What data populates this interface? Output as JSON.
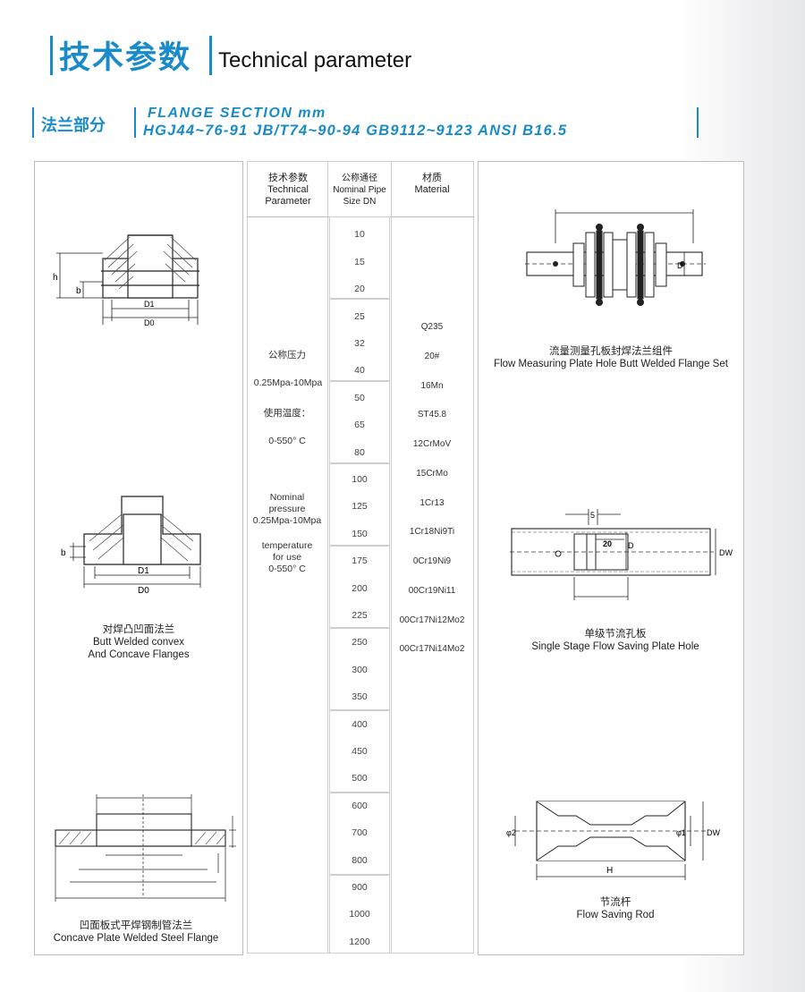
{
  "header": {
    "title_cn": "技术参数",
    "title_en": "Technical parameter",
    "section_cn": "法兰部分",
    "section_en_line1": "FLANGE SECTION mm",
    "section_en_line2": "HGJ44~76-91 JB/T74~90-94 GB9112~9123 ANSI B16.5"
  },
  "left_panel": {
    "fig1_labels": {
      "h": "h",
      "b": "b",
      "d1": "D1",
      "d0": "D0"
    },
    "fig2_labels": {
      "b": "b",
      "d1": "D1",
      "d0": "D0"
    },
    "fig2_caption_cn": "对焊凸凹面法兰",
    "fig2_caption_en1": "Butt Welded convex",
    "fig2_caption_en2": "And Concave Flanges",
    "fig3_caption_cn": "凹面板式平焊钢制管法兰",
    "fig3_caption_en": "Concave Plate Welded Steel Flange"
  },
  "table": {
    "col1_header": [
      "技术参数",
      "Technical",
      "Parameter"
    ],
    "col2_header": [
      "公称通径",
      "Nominal Pipe",
      "Size DN"
    ],
    "col3_header": [
      "材质",
      "Material"
    ],
    "params": [
      "公称压力",
      "0.25Mpa-10Mpa",
      "使用温度：",
      "0-550° C",
      "Nominal",
      "pressure",
      "0.25Mpa-10Mpa",
      "temperature",
      "for use",
      "0-550° C"
    ],
    "dn_values": [
      "10",
      "15",
      "20",
      "25",
      "32",
      "40",
      "50",
      "65",
      "80",
      "100",
      "125",
      "150",
      "175",
      "200",
      "225",
      "250",
      "300",
      "350",
      "400",
      "450",
      "500",
      "600",
      "700",
      "800",
      "900",
      "1000",
      "1200"
    ],
    "materials": [
      "Q235",
      "20#",
      "16Mn",
      "ST45.8",
      "12CrMoV",
      "15CrMo",
      "1Cr13",
      "1Cr18Ni9Ti",
      "0Cr19Ni9",
      "00Cr19Ni11",
      "00Cr17Ni12Mo2",
      "00Cr17Ni14Mo2"
    ]
  },
  "right_panel": {
    "fig1_label_d": "D",
    "fig1_caption_cn": "流量测量孔板封焊法兰组件",
    "fig1_caption_en": "Flow Measuring Plate Hole Butt Welded Flange Set",
    "fig2_labels": {
      "five": "5",
      "twenty": "20",
      "d": "D",
      "dw": "DW"
    },
    "fig2_caption_cn": "单级节流孔板",
    "fig2_caption_en": "Single Stage Flow Saving Plate Hole",
    "fig3_labels": {
      "phi2": "φ2",
      "phi1": "φ1",
      "dw": "DW",
      "h": "H"
    },
    "fig3_caption_cn": "节流杆",
    "fig3_caption_en": "Flow Saving Rod"
  }
}
